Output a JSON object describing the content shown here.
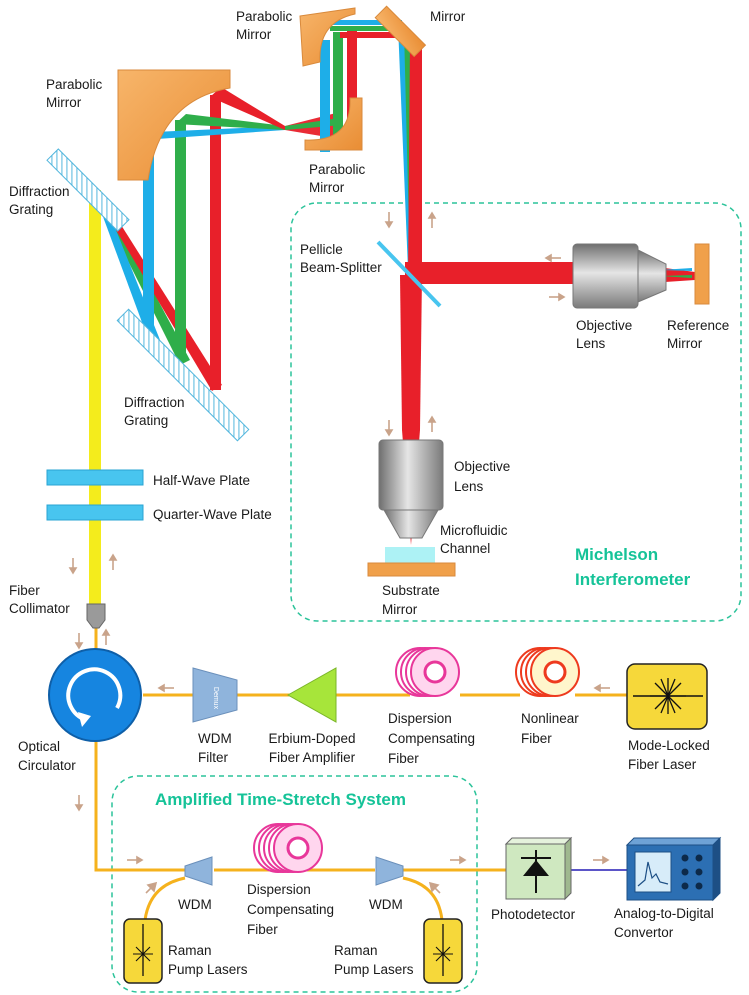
{
  "labels": {
    "parabolic_mirror_top": [
      "Parabolic",
      "Mirror"
    ],
    "mirror_top": "Mirror",
    "parabolic_mirror_left": [
      "Parabolic",
      "Mirror"
    ],
    "parabolic_mirror_small": [
      "Parabolic",
      "Mirror"
    ],
    "diffraction_grating_top": [
      "Diffraction",
      "Grating"
    ],
    "diffraction_grating_bottom": [
      "Diffraction",
      "Grating"
    ],
    "pellicle": [
      "Pellicle",
      "Beam-Splitter"
    ],
    "objective_lens_right": [
      "Objective",
      "Lens"
    ],
    "reference_mirror": [
      "Reference",
      "Mirror"
    ],
    "objective_lens_center": [
      "Objective",
      "Lens"
    ],
    "microfluidic": [
      "Microfluidic",
      "Channel"
    ],
    "substrate_mirror": [
      "Substrate",
      "Mirror"
    ],
    "half_wave_plate": "Half-Wave Plate",
    "quarter_wave_plate": "Quarter-Wave Plate",
    "fiber_collimator": [
      "Fiber",
      "Collimator"
    ],
    "optical_circulator": [
      "Optical",
      "Circulator"
    ],
    "wdm_filter": [
      "WDM",
      "Filter"
    ],
    "demux": "Demux",
    "edfa": [
      "Erbium-Doped",
      "Fiber Amplifier"
    ],
    "dispersion_fiber_top": [
      "Dispersion",
      "Compensating",
      "Fiber"
    ],
    "nonlinear_fiber": [
      "Nonlinear",
      "Fiber"
    ],
    "mode_locked_laser": [
      "Mode-Locked",
      "Fiber Laser"
    ],
    "wdm_left": "WDM",
    "wdm_right": "WDM",
    "dispersion_fiber_bottom": [
      "Dispersion",
      "Compensating",
      "Fiber"
    ],
    "raman_left": [
      "Raman",
      "Pump Lasers"
    ],
    "raman_right": [
      "Raman",
      "Pump Lasers"
    ],
    "photodetector": "Photodetector",
    "adc": [
      "Analog-to-Digital",
      "Convertor"
    ]
  },
  "titles": {
    "michelson": [
      "Michelson",
      "Interferometer"
    ],
    "amplified": "Amplified Time-Stretch System"
  },
  "colors": {
    "red": "#e8202a",
    "green": "#2fae4a",
    "blue": "#1eaee8",
    "yellow": "#f4ec1c",
    "fiber": "#f5b21d",
    "copper": "#f0a04a",
    "grating": "#7fd1ef",
    "plate": "#48c5ef",
    "box_dash": "#2cc39a",
    "arrow": "#c9a38a",
    "circulator": "#1685e0",
    "wdm": "#8fb4dc",
    "edfa": "#a7e53a",
    "laser_box": "#f6d83a",
    "adc": "#2c6fb3",
    "pink": "#e8379a",
    "photodetector": "#cfe8c0"
  }
}
